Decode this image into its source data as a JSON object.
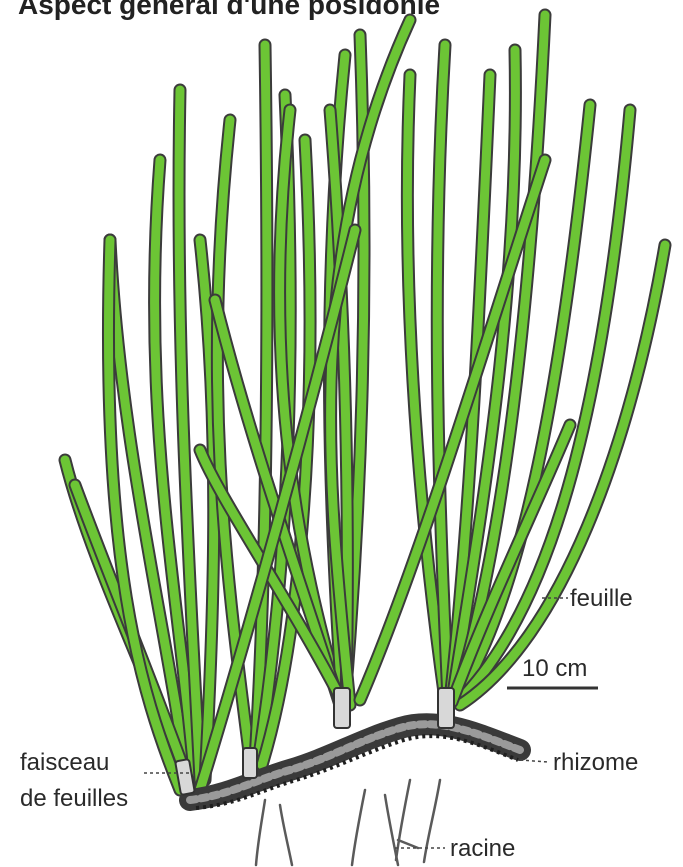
{
  "diagram": {
    "title": "Aspect général d'une posidonie",
    "labels": {
      "leaf": "feuille",
      "scale": "10 cm",
      "leaf_bundle_line1": "faisceau",
      "leaf_bundle_line2": "de feuilles",
      "rhizome": "rhizome",
      "root": "racine"
    },
    "colors": {
      "leaf": "#6cc535",
      "leaf_edge": "#3b3b3b",
      "rhizome": "#3a3a3a",
      "rhizome_light": "#9a9a9a",
      "text": "#2a2a2a"
    }
  }
}
